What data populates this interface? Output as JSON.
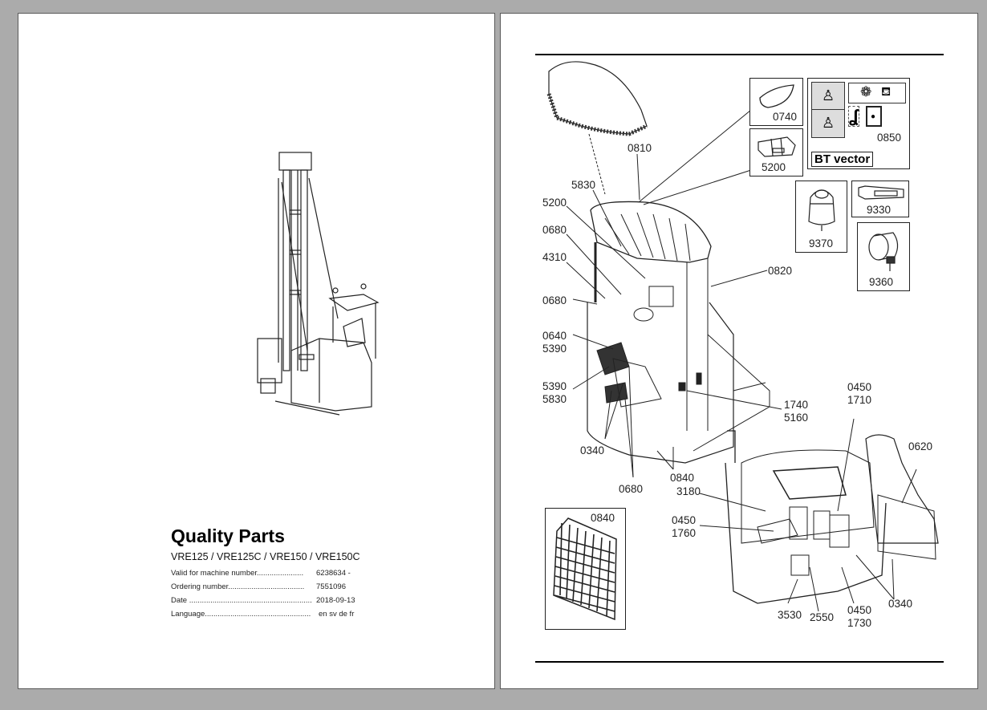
{
  "left_page": {
    "title": "Quality Parts",
    "models": "VRE125 / VRE125C / VRE150 / VRE150C",
    "info": [
      {
        "label": "Valid for machine number......................",
        "value": "6238634 -"
      },
      {
        "label": "Ordering number....................................",
        "value": "7551096"
      },
      {
        "label": "Date ..........................................................",
        "value": "2018-09-13"
      },
      {
        "label": "Language.....................................................",
        "value": "en sv de fr"
      }
    ],
    "illustration": "reach-truck-overview"
  },
  "right_page": {
    "brand_label": "BT vector",
    "inset_labels": {
      "cover": "0740",
      "light_bar": "5200",
      "decals": "0850",
      "beacon": "9370",
      "radio": "9330",
      "work_light": "9360",
      "mesh_guard": "0840"
    },
    "callouts": {
      "c0810": "0810",
      "c5830": "5830",
      "c5200": "5200",
      "c0680a": "0680",
      "c4310": "4310",
      "c0680b": "0680",
      "c0640": "0640\n5390",
      "c5390": "5390\n5830",
      "c0340a": "0340",
      "c0680c": "0680",
      "c0840": "0840",
      "c0820": "0820",
      "c1740": "1740\n5160",
      "c0450a": "0450\n1710",
      "c0620": "0620",
      "c3180": "3180",
      "c0450b": "0450\n1760",
      "c3530": "3530",
      "c2550": "2550",
      "c0450c": "0450\n1730",
      "c0340b": "0340"
    }
  }
}
